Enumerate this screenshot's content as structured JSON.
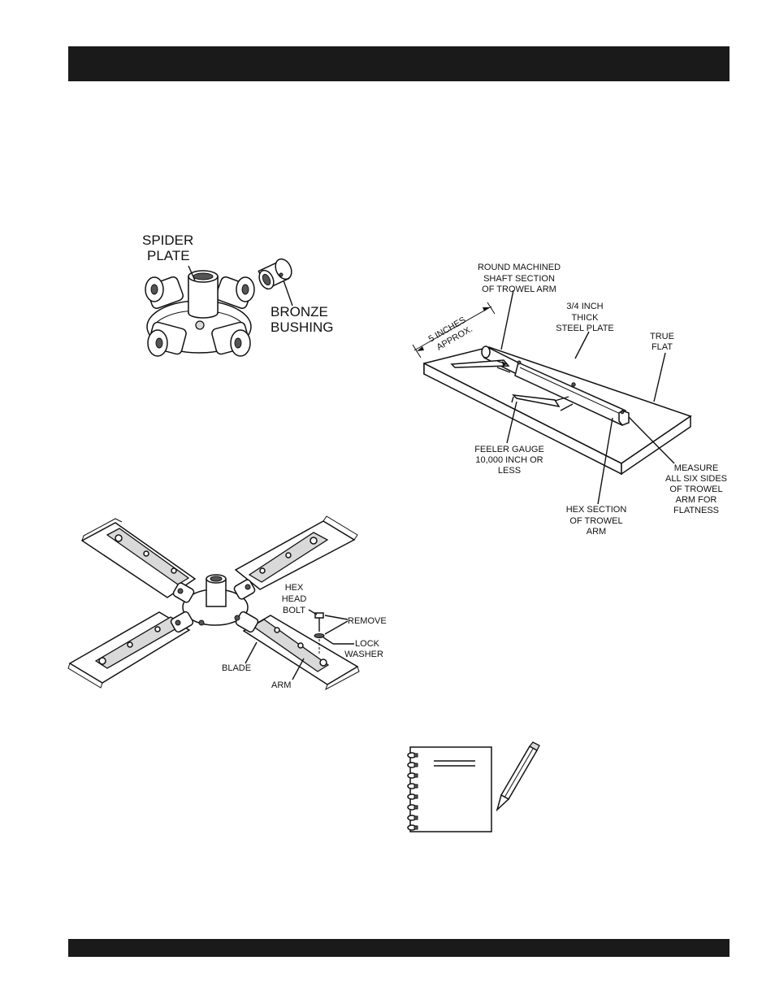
{
  "header_bar": {
    "color": "#1a1a1a"
  },
  "footer_bar": {
    "color": "#1a1a1a"
  },
  "figure_spider": {
    "spider_plate": [
      "SPIDER",
      "PLATE"
    ],
    "bronze_bushing": [
      "BRONZE",
      "BUSHING"
    ]
  },
  "figure_arm_flatness": {
    "dimension": [
      "5 INCHES",
      "APPROX."
    ],
    "round_section": [
      "ROUND MACHINED",
      "SHAFT SECTION",
      "OF TROWEL ARM"
    ],
    "steel_plate": [
      "3/4 INCH",
      "THICK",
      "STEEL PLATE"
    ],
    "true_flat": [
      "TRUE",
      "FLAT"
    ],
    "feeler_gauge": [
      "FEELER GAUGE",
      "10,000 INCH OR",
      "LESS"
    ],
    "hex_section": [
      "HEX SECTION",
      "OF TROWEL",
      "ARM"
    ],
    "measure": [
      "MEASURE",
      "ALL SIX SIDES",
      "OF TROWEL",
      "ARM FOR",
      "FLATNESS"
    ]
  },
  "figure_blade_assembly": {
    "hex_head_bolt": [
      "HEX",
      "HEAD",
      "BOLT"
    ],
    "remove": "REMOVE",
    "lock_washer": [
      "LOCK",
      "WASHER"
    ],
    "blade": "BLADE",
    "arm": "ARM"
  },
  "notes_icon": {
    "notebook_icon": "notebook-icon",
    "pencil_icon": "pencil-icon"
  }
}
